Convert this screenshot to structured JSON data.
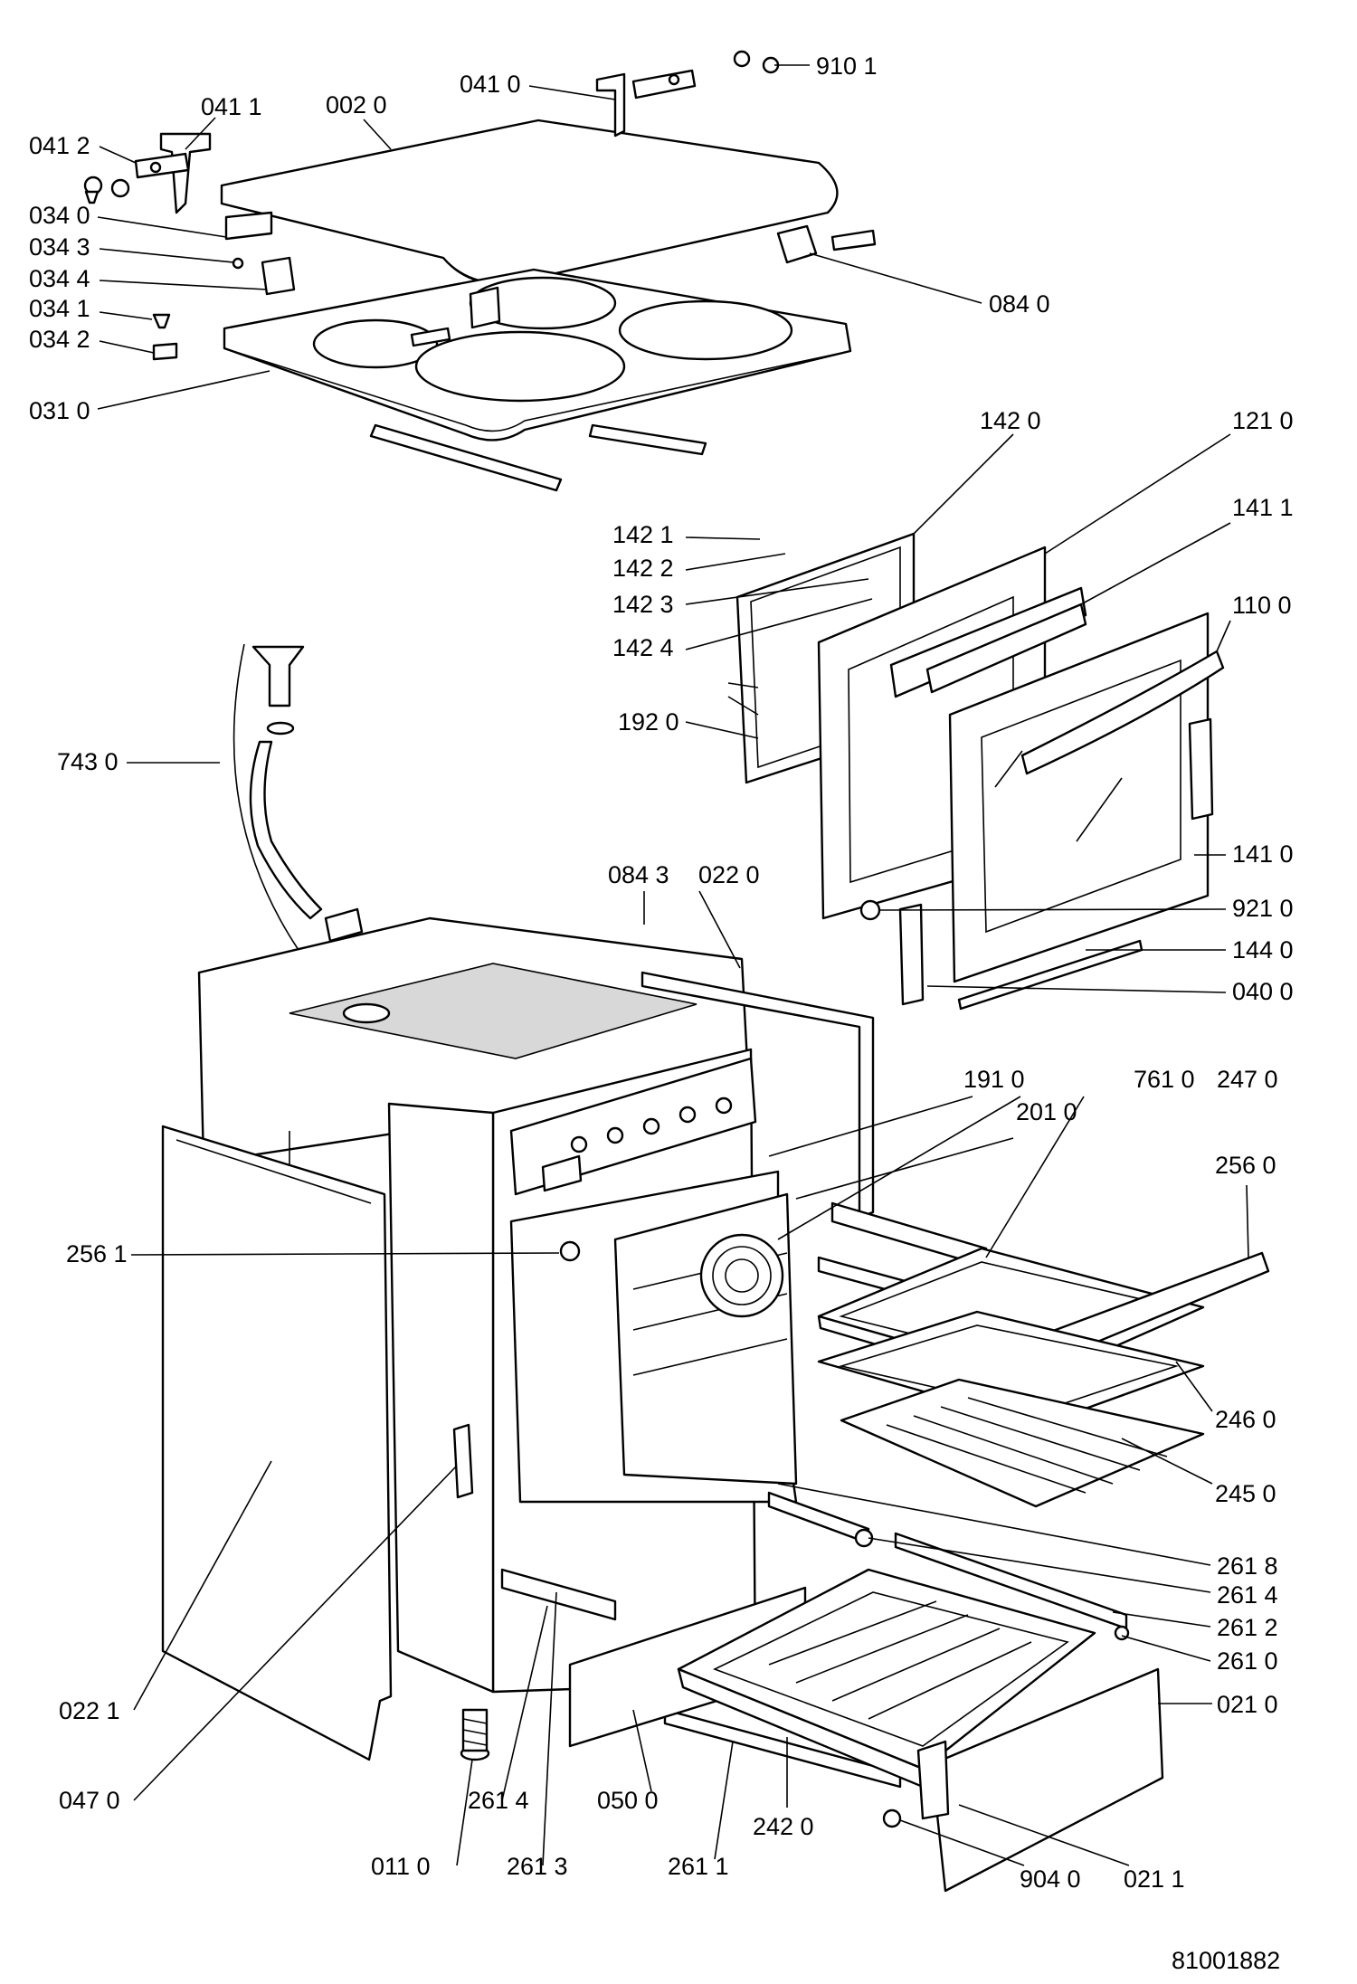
{
  "document_number": "81001882",
  "callouts": [
    "910 1",
    "041 0",
    "002 0",
    "041 1",
    "041 2",
    "034 0",
    "034 3",
    "034 4",
    "034 1",
    "034 2",
    "084 0",
    "031 0",
    "142 0",
    "121 0",
    "141 1",
    "110 0",
    "142 1",
    "142 2",
    "142 3",
    "142 4",
    "192 0",
    "743 0",
    "084 3",
    "022 0",
    "141 0",
    "921 0",
    "144 0",
    "040 0",
    "191 0",
    "761 0",
    "247 0",
    "201 0",
    "256 0",
    "256 1",
    "246 0",
    "245 0",
    "261 8",
    "261 4",
    "261 2",
    "261 0",
    "021 0",
    "022 1",
    "047 0",
    "261 4",
    "050 0",
    "242 0",
    "261 1",
    "011 0",
    "261 3",
    "904 0",
    "021 1"
  ]
}
